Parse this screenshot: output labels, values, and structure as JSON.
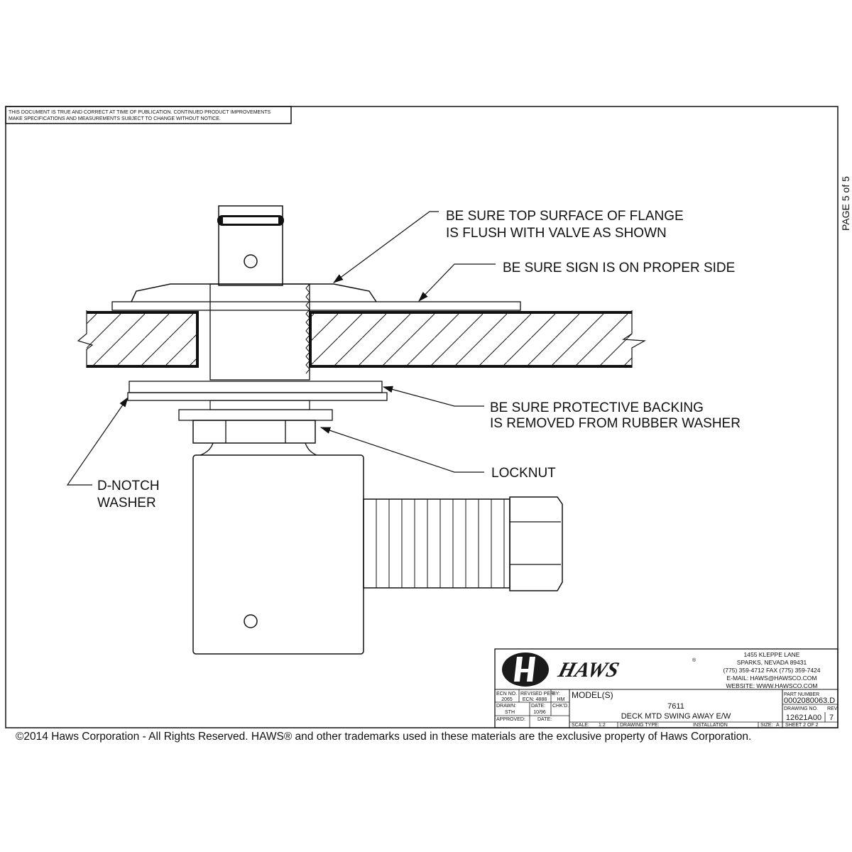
{
  "notice": {
    "line1": "THIS DOCUMENT IS TRUE AND CORRECT AT TIME OF PUBLICATION. CONTINUED PRODUCT IMPROVEMENTS",
    "line2": "MAKE SPECIFICATIONS AND MEASUREMENTS SUBJECT TO CHANGE WITHOUT NOTICE."
  },
  "page_label": "PAGE 5 of 5",
  "callouts": {
    "flange": [
      "BE SURE TOP SURFACE OF FLANGE",
      "IS FLUSH WITH VALVE AS SHOWN"
    ],
    "sign": "BE SURE SIGN IS ON PROPER SIDE",
    "backing": [
      "BE SURE PROTECTIVE BACKING",
      "IS REMOVED FROM RUBBER WASHER"
    ],
    "locknut": "LOCKNUT",
    "dnotch": [
      "D-NOTCH",
      "WASHER"
    ]
  },
  "title_block": {
    "logo_text": "Haws",
    "address": [
      "1455 KLEPPE LANE",
      "SPARKS, NEVADA  89431",
      "(775) 359-4712  FAX (775) 359-7424",
      "E-MAIL:  HAWS@HAWSCO.COM",
      "WEBSITE: WWW.HAWSCO.COM"
    ],
    "ecn_no_label": "ECN NO.",
    "ecn_no": "2065",
    "revised_per_label": "REVISED PER",
    "revised_per": "ECN: 4888",
    "by_label": "BY:",
    "by": "HM",
    "drawn_label": "DRAWN:",
    "drawn": "STH",
    "date_label": "DATE:",
    "date": "10/96",
    "chkd_label": "CHK'D.:",
    "approved_label": "APPROVED:",
    "approved_date_label": "DATE:",
    "models_label": "MODEL(S)",
    "model": "7611",
    "description": "DECK MTD SWING AWAY E/W",
    "part_number_label": "PART NUMBER",
    "part_number": "0002080063.D",
    "drawing_no_label": "DRAWING NO.",
    "drawing_no": "12621A00",
    "rev_label": "REV",
    "rev": "7",
    "scale_label": "SCALE:",
    "scale": "1:2",
    "drawing_type_label": "DRAWING TYPE:",
    "drawing_type": "INSTALLATION",
    "size_label": "SIZE:",
    "size": "A",
    "sheet": "SHEET  2  OF  2"
  },
  "copyright": "©2014 Haws Corporation - All Rights Reserved.  HAWS® and other trademarks used in these materials are the exclusive property of Haws Corporation."
}
